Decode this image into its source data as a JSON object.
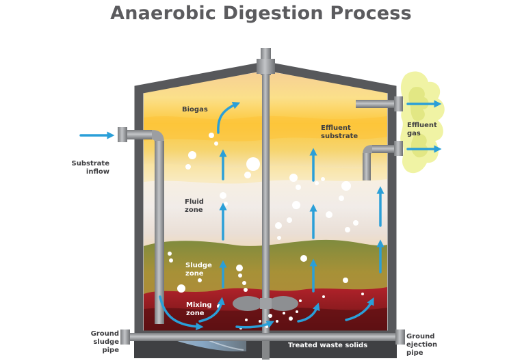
{
  "title": "Anaerobic Digestion Process",
  "labels": {
    "biogas": "Biogas",
    "effluent_substrate_1": "Effluent",
    "effluent_substrate_2": "substrate",
    "effluent_gas_1": "Effluent",
    "effluent_gas_2": "gas",
    "substrate_inflow_1": "Substrate",
    "substrate_inflow_2": "inflow",
    "fluid_zone_1": "Fluid",
    "fluid_zone_2": "zone",
    "sludge_zone_1": "Sludge",
    "sludge_zone_2": "zone",
    "mixing_zone_1": "Mixing",
    "mixing_zone_2": "zone",
    "ground_sludge_pipe_1": "Ground",
    "ground_sludge_pipe_2": "sludge",
    "ground_sludge_pipe_3": "pipe",
    "ground_ejection_pipe_1": "Ground",
    "ground_ejection_pipe_2": "ejection",
    "ground_ejection_pipe_3": "pipe",
    "treated_waste_solids": "Treated waste solids"
  },
  "colors": {
    "tank_wall": "#58595b",
    "pipe": "#8b8d90",
    "arrow": "#2a9fd8",
    "biogas": "#f7d48a",
    "fluid": "#f3f3f3",
    "sludge": "#8d8a3a",
    "mixing": "#8b1a1c",
    "gas_cloud": "#e8ec8f"
  }
}
